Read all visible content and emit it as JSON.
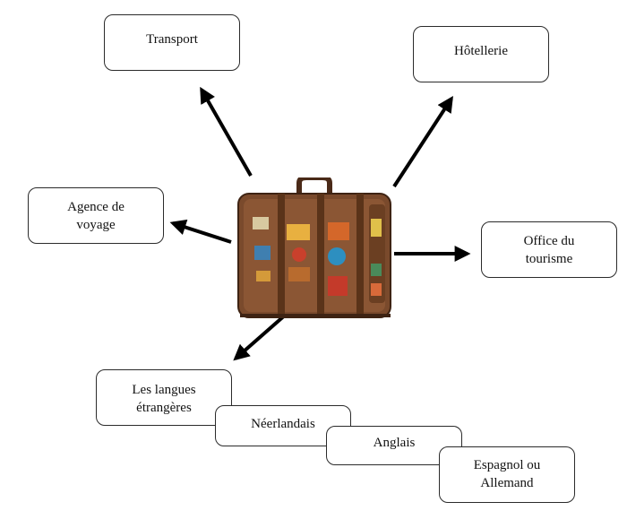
{
  "nodes": {
    "transport": "Transport",
    "hotellerie": "Hôtellerie",
    "agence": "Agence de\nvoyage",
    "office": "Office du\ntourisme",
    "langues": "Les langues\nétrangères",
    "neerlandais": "Néerlandais",
    "anglais": "Anglais",
    "espagnol": "Espagnol ou\nAllemand"
  },
  "center_image": "suitcase-with-travel-stickers",
  "colors": {
    "arrow": "#000000",
    "suitcase": "#7a4a2c"
  }
}
